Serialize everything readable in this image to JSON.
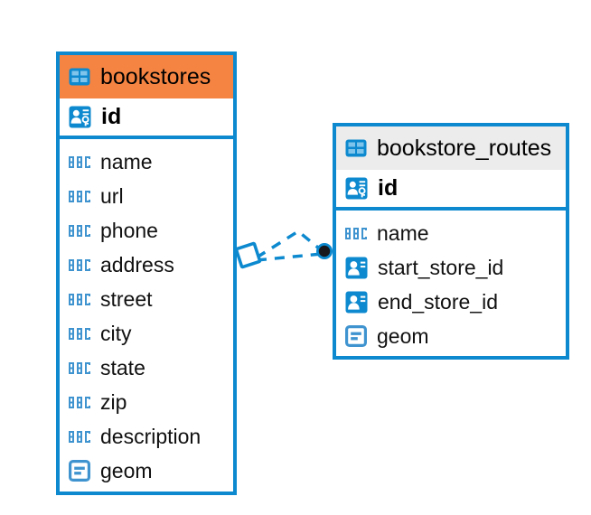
{
  "diagram": {
    "type": "entity-relationship-diagram",
    "background": "#ffffff",
    "accent_color": "#0c89cf",
    "highlight_color": "#f58442",
    "header_neutral_color": "#ececec"
  },
  "entities": [
    {
      "name": "bookstores",
      "header_icon": "table-icon",
      "header_style": "orange",
      "primary_key": {
        "name": "id",
        "icon": "primary-key-icon"
      },
      "columns": [
        {
          "name": "name",
          "icon": "text-type-icon"
        },
        {
          "name": "url",
          "icon": "text-type-icon"
        },
        {
          "name": "phone",
          "icon": "text-type-icon"
        },
        {
          "name": "address",
          "icon": "text-type-icon"
        },
        {
          "name": "street",
          "icon": "text-type-icon"
        },
        {
          "name": "city",
          "icon": "text-type-icon"
        },
        {
          "name": "state",
          "icon": "text-type-icon"
        },
        {
          "name": "zip",
          "icon": "text-type-icon"
        },
        {
          "name": "description",
          "icon": "text-type-icon"
        },
        {
          "name": "geom",
          "icon": "geometry-type-icon"
        }
      ]
    },
    {
      "name": "bookstore_routes",
      "header_icon": "table-icon",
      "header_style": "grey",
      "primary_key": {
        "name": "id",
        "icon": "primary-key-icon"
      },
      "columns": [
        {
          "name": "name",
          "icon": "text-type-icon"
        },
        {
          "name": "start_store_id",
          "icon": "foreign-key-icon"
        },
        {
          "name": "end_store_id",
          "icon": "foreign-key-icon"
        },
        {
          "name": "geom",
          "icon": "geometry-type-icon"
        }
      ]
    }
  ],
  "relationship": {
    "from_entity": "bookstores",
    "to_entity": "bookstore_routes",
    "from_marker": "hollow-diamond",
    "to_marker": "filled-circle",
    "line_style": "dashed",
    "color": "#0c89cf"
  }
}
